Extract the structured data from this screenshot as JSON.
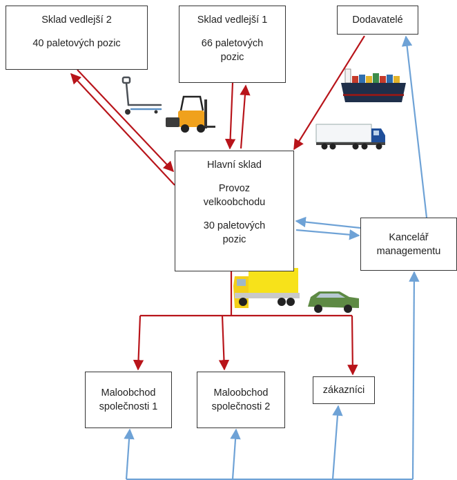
{
  "boxes": {
    "sklad_vedlejsi_2": {
      "title": "Sklad vedlejší 2",
      "capacity": "40 paletových pozic"
    },
    "sklad_vedlejsi_1": {
      "title": "Sklad vedlejší 1",
      "capacity_line1": "66 paletových",
      "capacity_line2": "pozic"
    },
    "dodavatele": {
      "title": "Dodavatelé"
    },
    "hlavni_sklad": {
      "title": "Hlavní sklad",
      "line1": "Provoz",
      "line2": "velkoobchodu",
      "capacity_line1": "30 paletových",
      "capacity_line2": "pozic"
    },
    "kancelar": {
      "line1": "Kancelář",
      "line2": "managementu"
    },
    "maloobchod_1": {
      "line1": "Maloobchod",
      "line2": "společnosti 1"
    },
    "maloobchod_2": {
      "line1": "Maloobchod",
      "line2": "společnosti 2"
    },
    "zakaznici": {
      "title": "zákazníci"
    }
  },
  "icons": [
    "pallet-jack-icon",
    "forklift-icon",
    "container-ship-icon",
    "semi-truck-icon",
    "yellow-truck-icon",
    "green-car-icon"
  ],
  "colors": {
    "goods_flow": "#b8141a",
    "info_flow": "#6ea2d6",
    "box_border": "#333333"
  }
}
